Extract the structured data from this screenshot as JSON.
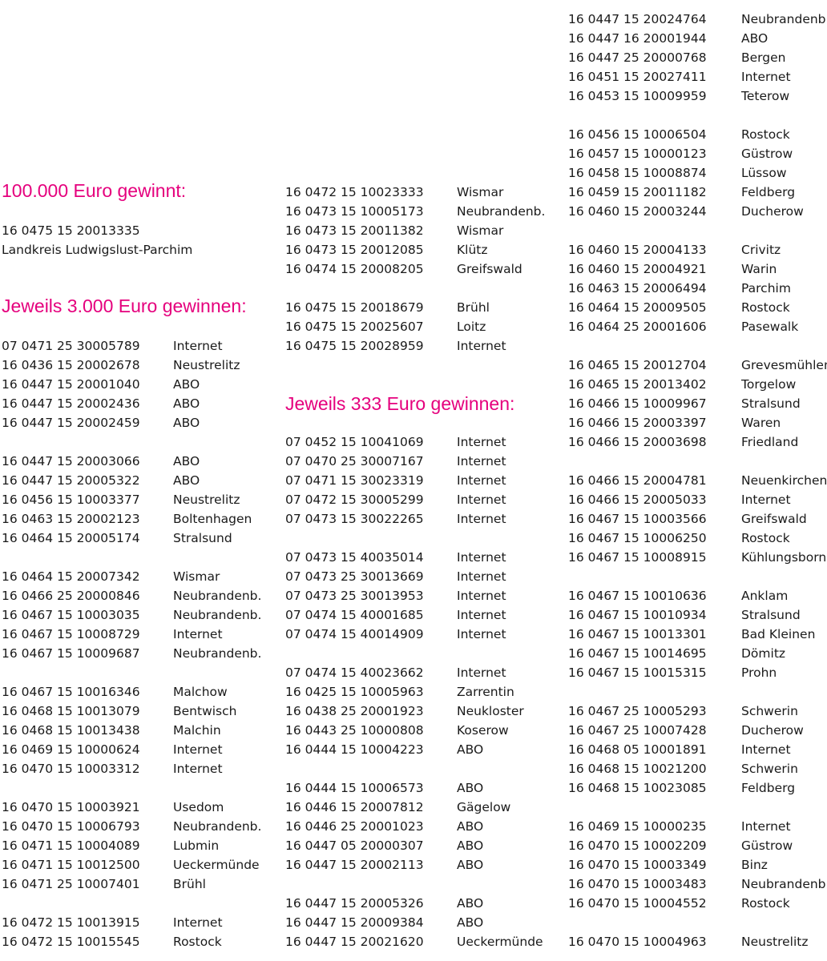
{
  "section_100k": {
    "heading": "100.000 Euro gewinnt:",
    "number": "16 0475 15 20013335",
    "region": "Landkreis Ludwigslust-Parchim"
  },
  "section_3000": {
    "heading": "Jeweils 3.000 Euro gewinnen:",
    "entries": [
      {
        "num": "07 0471 25 30005789",
        "place": "Internet"
      },
      {
        "num": "16 0436 15 20002678",
        "place": "Neustrelitz"
      },
      {
        "num": "16 0447 15 20001040",
        "place": "ABO"
      },
      {
        "num": "16 0447 15 20002436",
        "place": "ABO"
      },
      {
        "num": "16 0447 15 20002459",
        "place": "ABO"
      },
      {
        "num": "16 0447 15 20003066",
        "place": "ABO"
      },
      {
        "num": "16 0447 15 20005322",
        "place": "ABO"
      },
      {
        "num": "16 0456 15 10003377",
        "place": "Neustrelitz"
      },
      {
        "num": "16 0463 15 20002123",
        "place": "Boltenhagen"
      },
      {
        "num": "16 0464 15 20005174",
        "place": "Stralsund"
      },
      {
        "num": "16 0464 15 20007342",
        "place": "Wismar"
      },
      {
        "num": "16 0466 25 20000846",
        "place": "Neubrandenb."
      },
      {
        "num": "16 0467 15 10003035",
        "place": "Neubrandenb."
      },
      {
        "num": "16 0467 15 10008729",
        "place": "Internet"
      },
      {
        "num": "16 0467 15 10009687",
        "place": "Neubrandenb."
      },
      {
        "num": "16 0467 15 10016346",
        "place": "Malchow"
      },
      {
        "num": "16 0468 15 10013079",
        "place": "Bentwisch"
      },
      {
        "num": "16 0468 15 10013438",
        "place": "Malchin"
      },
      {
        "num": "16 0469 15 10000624",
        "place": "Internet"
      },
      {
        "num": "16 0470 15 10003312",
        "place": "Internet"
      },
      {
        "num": "16 0470 15 10003921",
        "place": "Usedom"
      },
      {
        "num": "16 0470 15 10006793",
        "place": "Neubrandenb."
      },
      {
        "num": "16 0471 15 10004089",
        "place": "Lubmin"
      },
      {
        "num": "16 0471 15 10012500",
        "place": "Ueckermünde"
      },
      {
        "num": "16 0471 25 10007401",
        "place": "Brühl"
      },
      {
        "num": "16 0472 15 10013915",
        "place": "Internet"
      },
      {
        "num": "16 0472 15 10015545",
        "place": "Rostock"
      },
      {
        "num": "16 0472 15 10023333",
        "place": "Wismar"
      },
      {
        "num": "16 0473 15 10005173",
        "place": "Neubrandenb."
      },
      {
        "num": "16 0473 15 20011382",
        "place": "Wismar"
      },
      {
        "num": "16 0473 15 20012085",
        "place": "Klütz"
      },
      {
        "num": "16 0474 15 20008205",
        "place": "Greifswald"
      },
      {
        "num": "16 0475 15 20018679",
        "place": "Brühl"
      },
      {
        "num": "16 0475 15 20025607",
        "place": "Loitz"
      },
      {
        "num": "16 0475 15 20028959",
        "place": "Internet"
      }
    ]
  },
  "section_333": {
    "heading": "Jeweils 333 Euro gewinnen:",
    "entries": [
      {
        "num": "07 0452 15 10041069",
        "place": "Internet"
      },
      {
        "num": "07 0470 25 30007167",
        "place": "Internet"
      },
      {
        "num": "07 0471 15 30023319",
        "place": "Internet"
      },
      {
        "num": "07 0472 15 30005299",
        "place": "Internet"
      },
      {
        "num": "07 0473 15 30022265",
        "place": "Internet"
      },
      {
        "num": "07 0473 15 40035014",
        "place": "Internet"
      },
      {
        "num": "07 0473 25 30013669",
        "place": "Internet"
      },
      {
        "num": "07 0473 25 30013953",
        "place": "Internet"
      },
      {
        "num": "07 0474 15 40001685",
        "place": "Internet"
      },
      {
        "num": "07 0474 15 40014909",
        "place": "Internet"
      },
      {
        "num": "07 0474 15 40023662",
        "place": "Internet"
      },
      {
        "num": "16 0425 15 10005963",
        "place": "Zarrentin"
      },
      {
        "num": "16 0438 25 20001923",
        "place": "Neukloster"
      },
      {
        "num": "16 0443 25 10000808",
        "place": "Koserow"
      },
      {
        "num": "16 0444 15 10004223",
        "place": "ABO"
      },
      {
        "num": "16 0444 15 10006573",
        "place": "ABO"
      },
      {
        "num": "16 0446 15 20007812",
        "place": "Gägelow"
      },
      {
        "num": "16 0446 25 20001023",
        "place": "ABO"
      },
      {
        "num": "16 0447 05 20000307",
        "place": "ABO"
      },
      {
        "num": "16 0447 15 20002113",
        "place": "ABO"
      },
      {
        "num": "16 0447 15 20005326",
        "place": "ABO"
      },
      {
        "num": "16 0447 15 20009384",
        "place": "ABO"
      },
      {
        "num": "16 0447 15 20021620",
        "place": "Ueckermünde"
      },
      {
        "num": "16 0447 15 20024764",
        "place": "Neubrandenb."
      },
      {
        "num": "16 0447 16 20001944",
        "place": "ABO"
      },
      {
        "num": "16 0447 25 20000768",
        "place": "Bergen"
      },
      {
        "num": "16 0451 15 20027411",
        "place": "Internet"
      },
      {
        "num": "16 0453 15 10009959",
        "place": "Teterow"
      },
      {
        "num": "16 0456 15 10006504",
        "place": "Rostock"
      },
      {
        "num": "16 0457 15 10000123",
        "place": "Güstrow"
      },
      {
        "num": "16 0458 15 10008874",
        "place": "Lüssow"
      },
      {
        "num": "16 0459 15 20011182",
        "place": "Feldberg"
      },
      {
        "num": "16 0460 15 20003244",
        "place": "Ducherow"
      },
      {
        "num": "16 0460 15 20004133",
        "place": "Crivitz"
      },
      {
        "num": "16 0460 15 20004921",
        "place": "Warin"
      },
      {
        "num": "16 0463 15 20006494",
        "place": "Parchim"
      },
      {
        "num": "16 0464 15 20009505",
        "place": "Rostock"
      },
      {
        "num": "16 0464 25 20001606",
        "place": "Pasewalk"
      },
      {
        "num": "16 0465 15 20012704",
        "place": "Grevesmühlen"
      },
      {
        "num": "16 0465 15 20013402",
        "place": "Torgelow"
      },
      {
        "num": "16 0466 15 10009967",
        "place": "Stralsund"
      },
      {
        "num": "16 0466 15 20003397",
        "place": "Waren"
      },
      {
        "num": "16 0466 15 20003698",
        "place": "Friedland"
      },
      {
        "num": "16 0466 15 20004781",
        "place": "Neuenkirchen"
      },
      {
        "num": "16 0466 15 20005033",
        "place": "Internet"
      },
      {
        "num": "16 0467 15 10003566",
        "place": "Greifswald"
      },
      {
        "num": "16 0467 15 10006250",
        "place": "Rostock"
      },
      {
        "num": "16 0467 15 10008915",
        "place": "Kühlungsborn"
      },
      {
        "num": "16 0467 15 10010636",
        "place": "Anklam"
      },
      {
        "num": "16 0467 15 10010934",
        "place": "Stralsund"
      },
      {
        "num": "16 0467 15 10013301",
        "place": "Bad Kleinen"
      },
      {
        "num": "16 0467 15 10014695",
        "place": "Dömitz"
      },
      {
        "num": "16 0467 15 10015315",
        "place": "Prohn"
      },
      {
        "num": "16 0467 25 10005293",
        "place": "Schwerin"
      },
      {
        "num": "16 0467 25 10007428",
        "place": "Ducherow"
      },
      {
        "num": "16 0468 05 10001891",
        "place": "Internet"
      },
      {
        "num": "16 0468 15 10021200",
        "place": "Schwerin"
      },
      {
        "num": "16 0468 15 10023085",
        "place": "Feldberg"
      },
      {
        "num": "16 0469 15 10000235",
        "place": "Internet"
      },
      {
        "num": "16 0470 15 10002209",
        "place": "Güstrow"
      },
      {
        "num": "16 0470 15 10003349",
        "place": "Binz"
      },
      {
        "num": "16 0470 15 10003483",
        "place": "Neubrandenb."
      },
      {
        "num": "16 0470 15 10004552",
        "place": "Rostock"
      },
      {
        "num": "16 0470 15 10004963",
        "place": "Neustrelitz"
      }
    ]
  },
  "colors": {
    "accent": "#e5007d",
    "text": "#1a1a1a"
  }
}
